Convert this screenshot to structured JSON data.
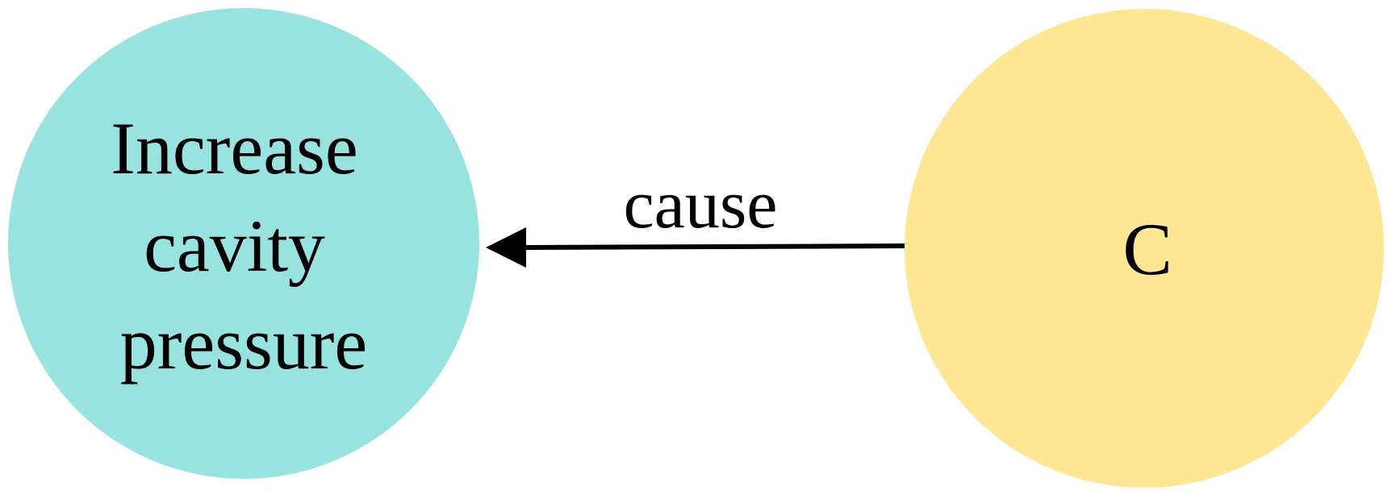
{
  "colors": {
    "source_node_fill": "#98e3e0",
    "target_node_fill": "#fde795",
    "edge_color": "#000000",
    "text_color": "#000000"
  },
  "nodes": {
    "effect": {
      "lines": [
        "Increase",
        "cavity",
        "pressure"
      ]
    },
    "cause": {
      "label": "C"
    }
  },
  "edge": {
    "label": "cause",
    "direction": "from-C-to-effect"
  }
}
